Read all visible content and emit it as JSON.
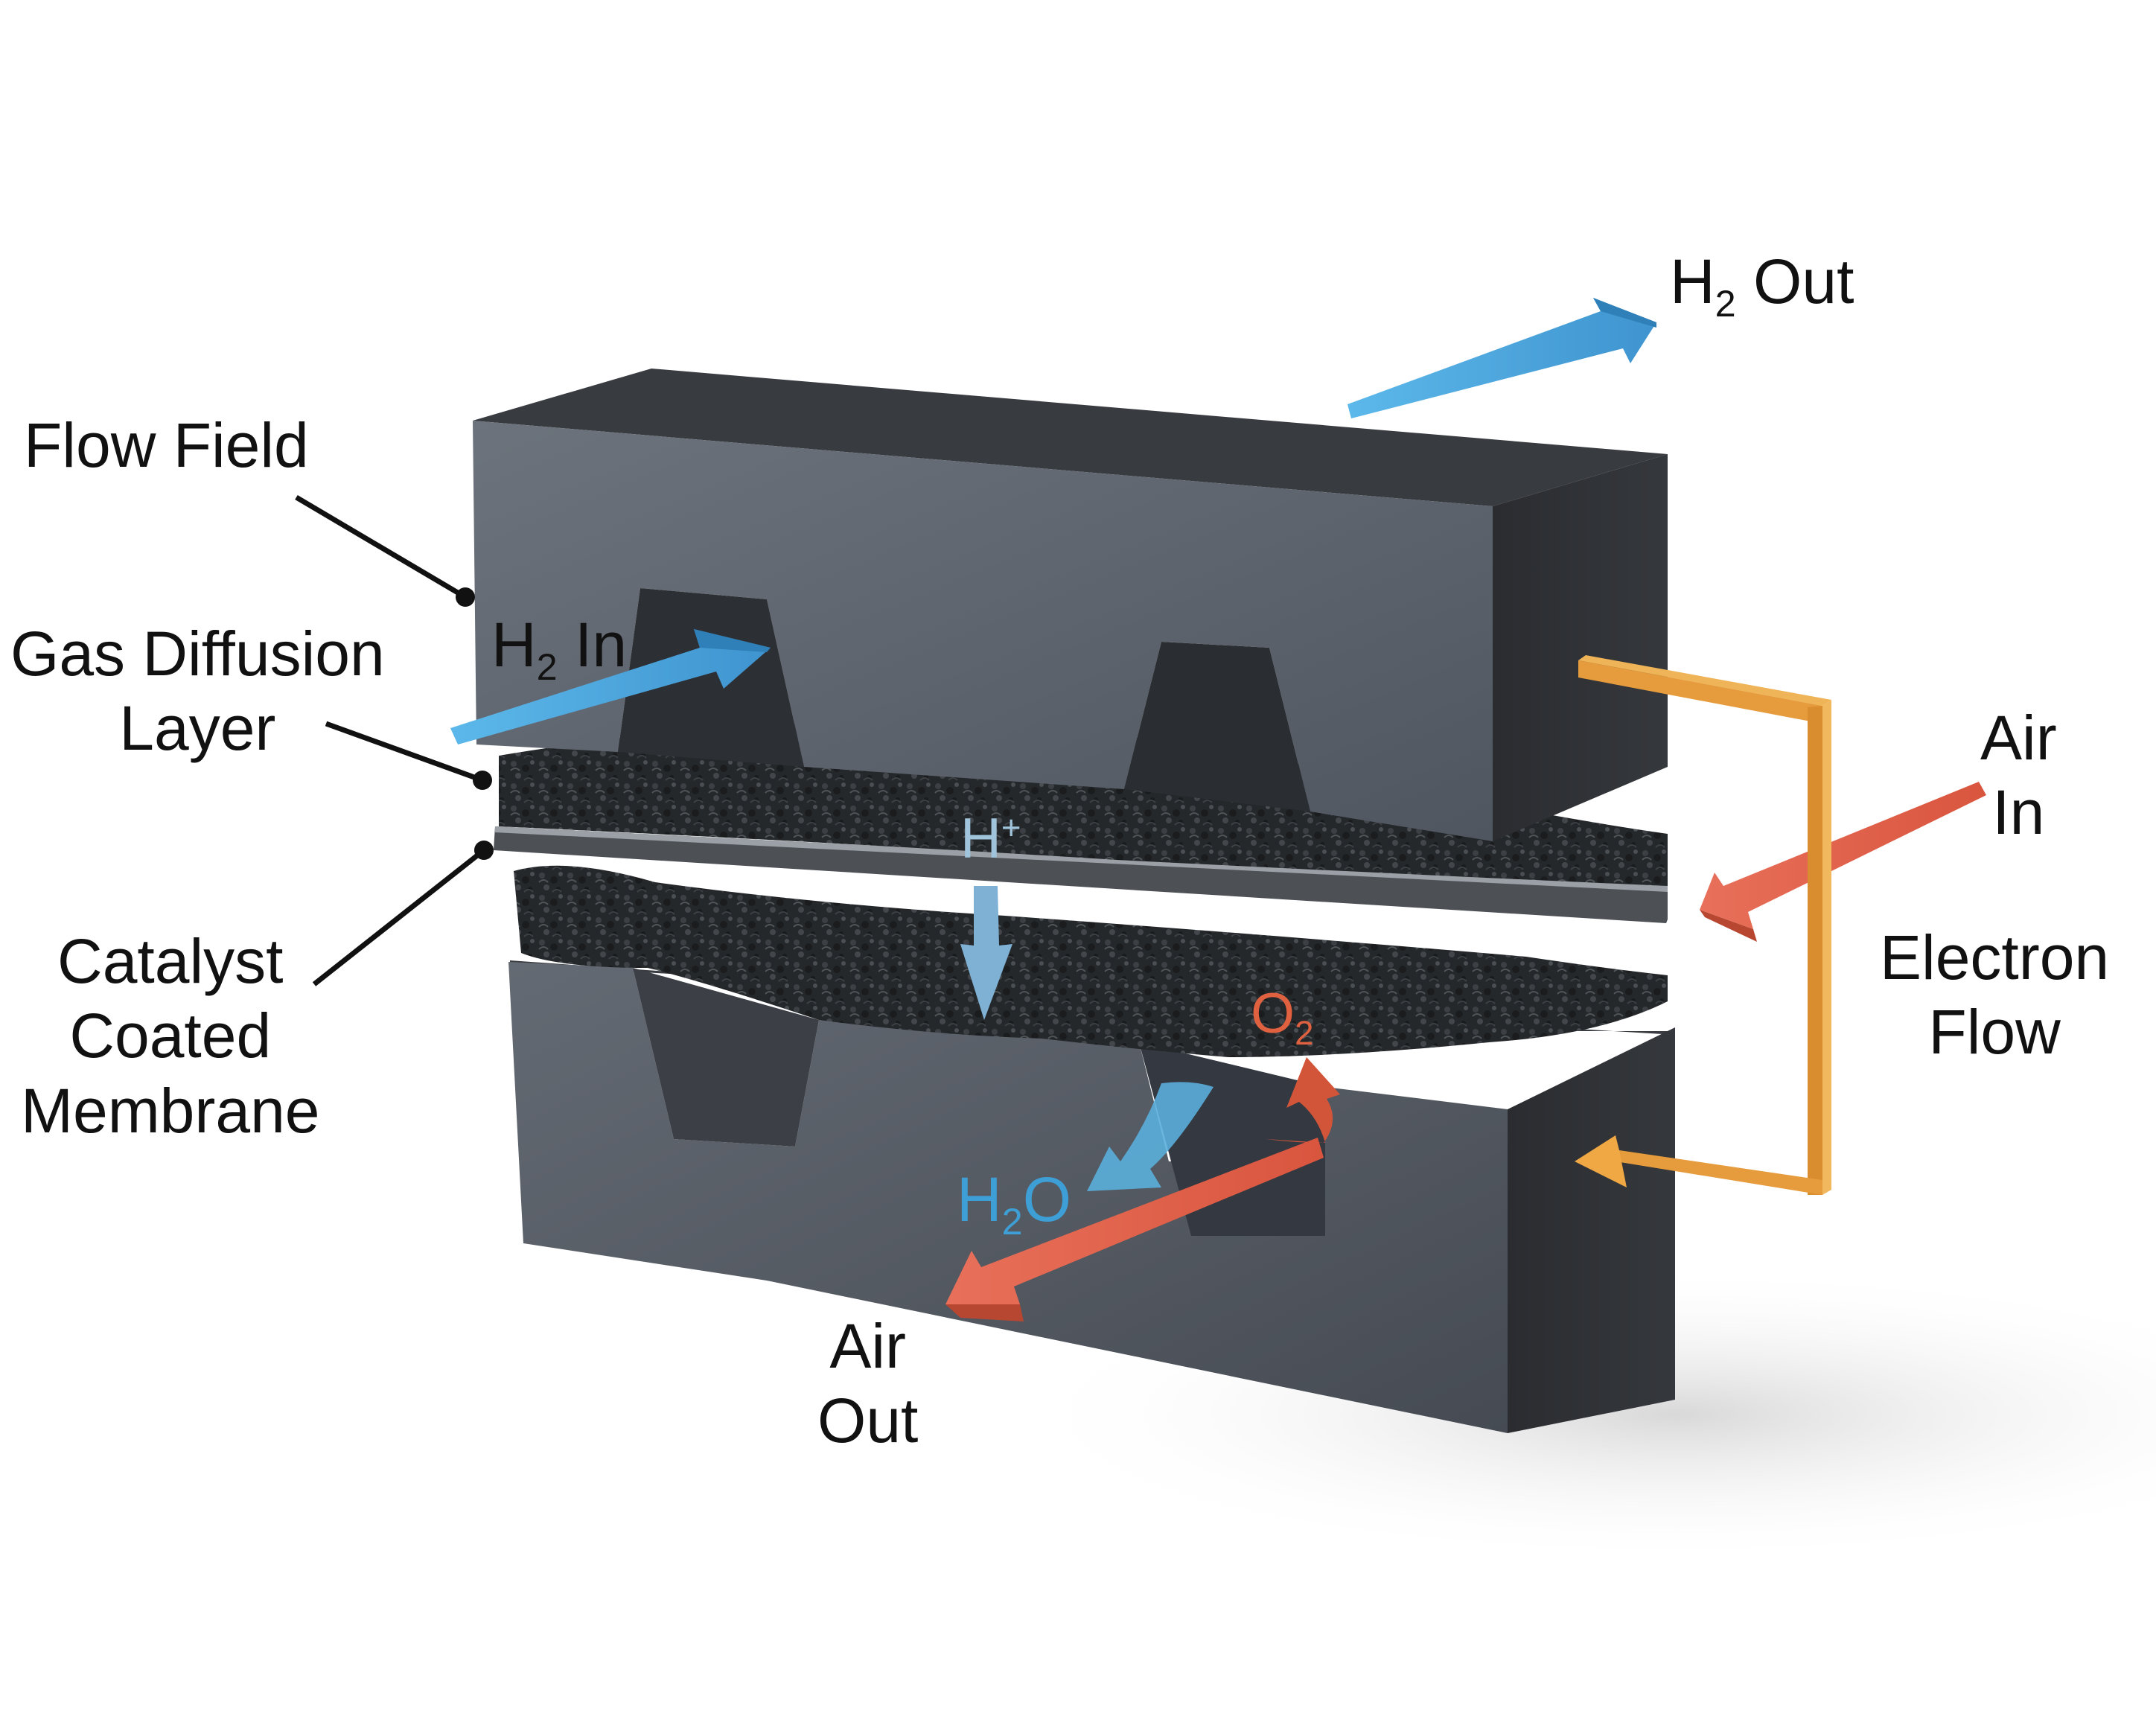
{
  "labels": {
    "flow_field": "Flow Field",
    "gas_diffusion_line1": "Gas Diffusion",
    "gas_diffusion_line2": "Layer",
    "catalyst_line1": "Catalyst",
    "catalyst_line2": "Coated",
    "catalyst_line3": "Membrane",
    "h2_in_symbol": "H",
    "h2_in_sub": "2",
    "h2_in_text": "In",
    "h2_out_symbol": "H",
    "h2_out_sub": "2",
    "h2_out_text": "Out",
    "air_in_line1": "Air",
    "air_in_line2": "In",
    "electron_line1": "Electron",
    "electron_line2": "Flow",
    "air_out_line1": "Air",
    "air_out_line2": "Out",
    "h_plus_symbol": "H",
    "h_plus_sup": "+",
    "o2_symbol": "O",
    "o2_sub": "2",
    "h2o_h": "H",
    "h2o_sub": "2",
    "h2o_o": "O"
  },
  "colors": {
    "hydrogen_arrow": "#4aa7dc",
    "air_arrow": "#e56a50",
    "electron_wire": "#eea646",
    "h2o_text": "#3d9fd5",
    "o2_text": "#e0613f",
    "h_plus_text": "#9fc4dc",
    "block_front": "#5d636b",
    "block_side": "#2d3034",
    "block_top": "#3b3e43",
    "gdl": "#26292c",
    "membrane": "#4a4e53",
    "leader": "#111111"
  },
  "icons": {
    "h2_in_arrow": "arrow-right-icon",
    "h2_out_arrow": "arrow-right-icon",
    "air_in_arrow": "arrow-left-icon",
    "air_out_arrow": "arrow-left-icon",
    "h_plus_arrow": "arrow-down-icon",
    "h2o_arrow": "curved-arrow-icon",
    "o2_arrow": "curved-arrow-icon",
    "electron_arrow": "arrow-left-icon"
  }
}
